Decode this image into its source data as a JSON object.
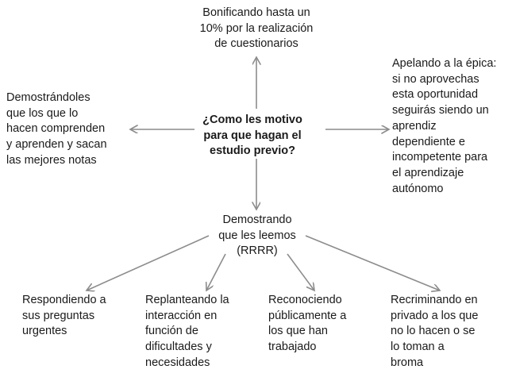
{
  "diagram": {
    "type": "radial-mind-map",
    "background_color": "#ffffff",
    "text_color": "#1a1a1a",
    "arrow_color": "#8c8c8c",
    "center": {
      "label": "¿Como les motivo\npara que hagan el\nestudio previo?",
      "bold": true
    },
    "branches": {
      "top": {
        "label": "Bonificando hasta un\n10% por la realización\nde cuestionarios"
      },
      "left": {
        "label": "Demostrándoles\nque los que lo\nhacen comprenden\ny aprenden y sacan\nlas mejores notas"
      },
      "right": {
        "label": "Apelando a la épica:\nsi no aprovechas\nesta oportunidad\nseguirás siendo un\naprendiz\ndependiente e\nincompetente para\nel aprendizaje\nautónomo"
      },
      "bottom": {
        "label": "Demostrando\nque les leemos\n(RRRR)"
      }
    },
    "leaves": [
      {
        "label": "Respondiendo a\nsus preguntas\nurgentes"
      },
      {
        "label": "Replanteando la\ninteracción en\nfunción de\ndificultades y\nnecesidades"
      },
      {
        "label": "Reconociendo\npúblicamente a\nlos que han\ntrabajado"
      },
      {
        "label": "Recriminando en\nprivado a los que\nno lo hacen o se\nlo toman a\nbroma"
      }
    ],
    "connectors": [
      {
        "name": "center-to-top",
        "direction": "up"
      },
      {
        "name": "center-to-left",
        "direction": "left"
      },
      {
        "name": "center-to-right",
        "direction": "right"
      },
      {
        "name": "center-to-bottom",
        "direction": "down"
      },
      {
        "name": "bottom-to-leaf-1",
        "direction": "down-left"
      },
      {
        "name": "bottom-to-leaf-2",
        "direction": "down-left"
      },
      {
        "name": "bottom-to-leaf-3",
        "direction": "down-right"
      },
      {
        "name": "bottom-to-leaf-4",
        "direction": "down-right"
      }
    ]
  }
}
